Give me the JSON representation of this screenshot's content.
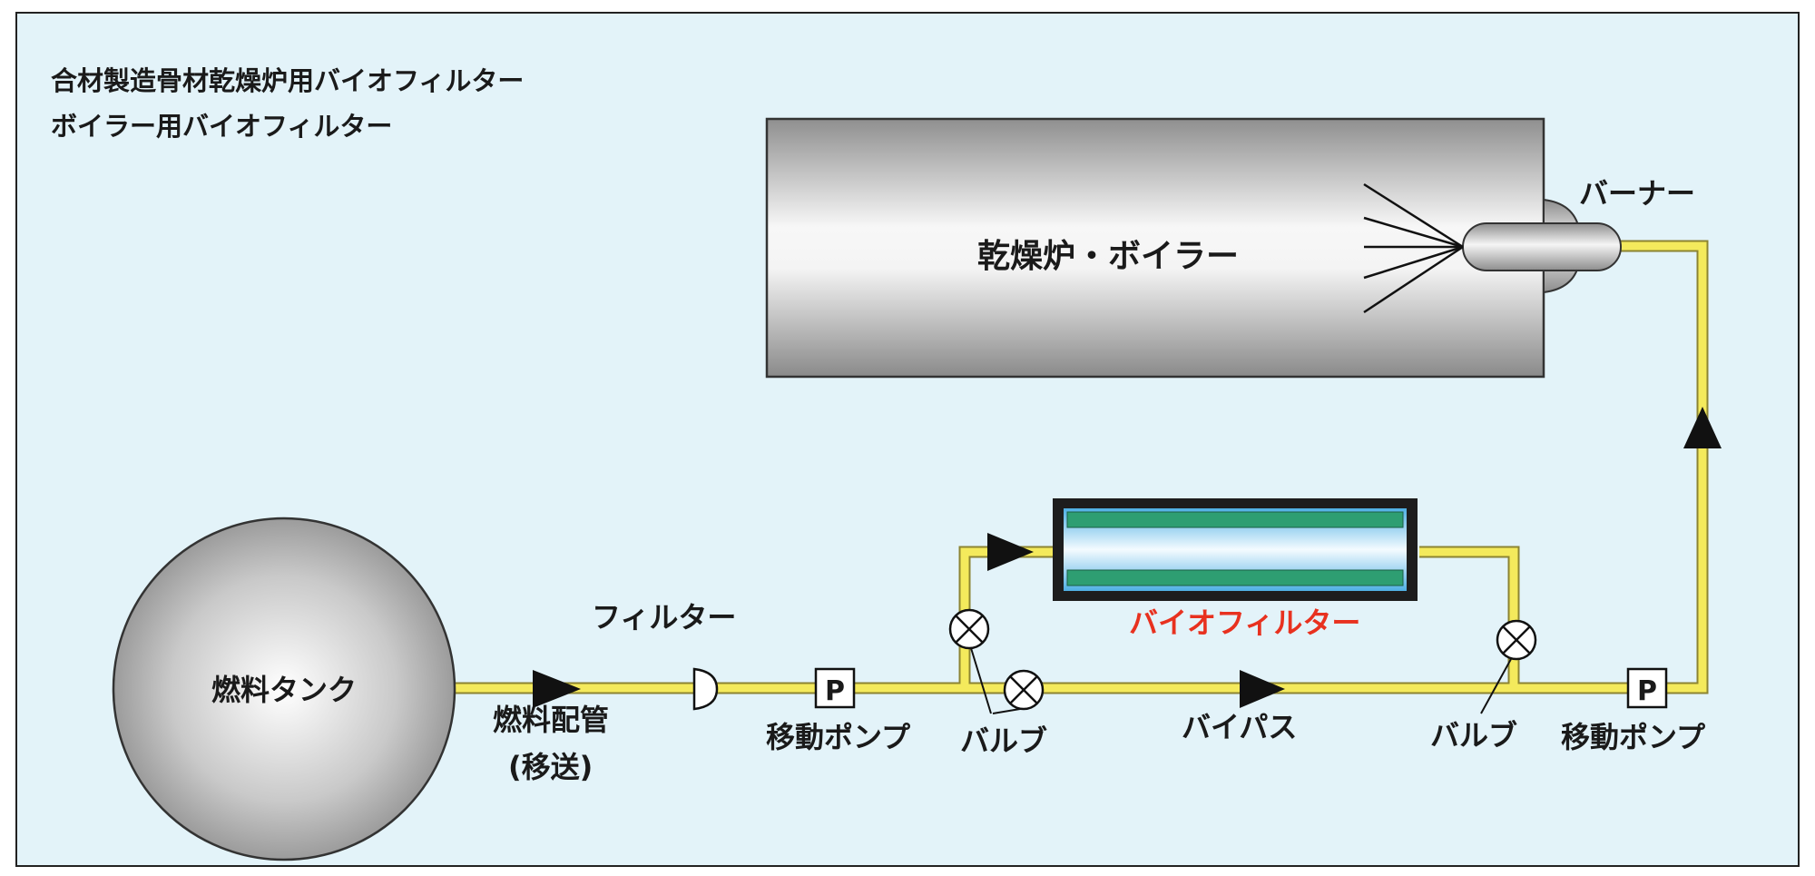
{
  "header": {
    "title_line1": "合材製造骨材乾燥炉用バイオフィルター",
    "title_line2": "ボイラー用バイオフィルター"
  },
  "components": {
    "furnace": "乾燥炉・ボイラー",
    "burner": "バーナー",
    "tank": "燃料タンク",
    "strainer": "フィルター",
    "pipe_line1": "燃料配管",
    "pipe_line2": "(移送)",
    "pump_left": "移動ポンプ",
    "pump_right": "移動ポンプ",
    "pump_symbol": "P",
    "valve_left": "バルブ",
    "valve_right": "バルブ",
    "bypass": "バイパス",
    "biofilter": "バイオフィルター"
  },
  "colors": {
    "background": "#e3f3f9",
    "pipe": "#f4ea5c",
    "biofilter_label": "#e8311f",
    "filter_band": "#2e9e72",
    "filter_core": "#7cc8ec"
  }
}
